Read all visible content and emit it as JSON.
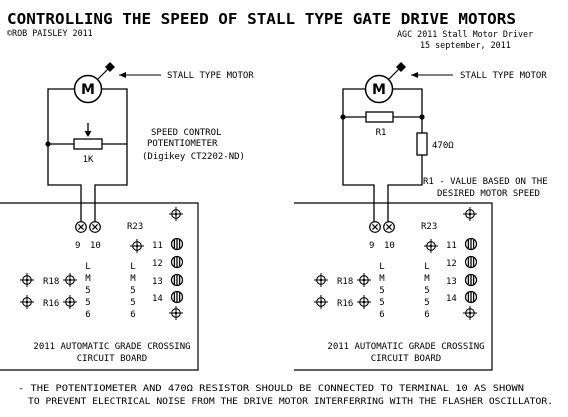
{
  "header": {
    "title": "CONTROLLING THE SPEED OF STALL TYPE GATE DRIVE MOTORS",
    "copyright": "©ROB PAISLEY 2011",
    "project": "AGC 2011 Stall Motor Driver",
    "date": "15 september, 2011"
  },
  "motor": {
    "symbol": "M"
  },
  "left_circuit": {
    "motor_label": "STALL TYPE MOTOR",
    "pot_title_1": "SPEED CONTROL",
    "pot_title_2": "POTENTIOMETER",
    "pot_part": "(Digikey CT2202-ND)",
    "pot_value": "1K"
  },
  "right_circuit": {
    "motor_label": "STALL TYPE MOTOR",
    "r1_label": "R1",
    "resistor_label": "470Ω",
    "note_1": "R1 - VALUE BASED ON THE",
    "note_2": "DESIRED MOTOR SPEED"
  },
  "board": {
    "terminal_9": "9",
    "terminal_10": "10",
    "r23": "R23",
    "r18": "R18",
    "r16": "R16",
    "terminals": [
      "11",
      "12",
      "13",
      "14"
    ],
    "ic_chars": [
      "L",
      "M",
      "5",
      "5",
      "6"
    ],
    "name_1": "2011 AUTOMATIC GRADE CROSSING",
    "name_2": "CIRCUIT BOARD"
  },
  "footnote": {
    "line_1": "- THE POTENTIOMETER AND 470Ω RESISTOR SHOULD BE CONNECTED TO TERMINAL 10 AS SHOWN",
    "line_2": "TO PREVENT ELECTRICAL NOISE FROM THE DRIVE MOTOR INTERFERRING WITH THE FLASHER OSCILLATOR."
  },
  "icons": [
    "motor-icon",
    "arrow-left-icon",
    "potentiometer-icon",
    "resistor-icon",
    "screw-terminal-icon",
    "circuit-board-icon"
  ]
}
